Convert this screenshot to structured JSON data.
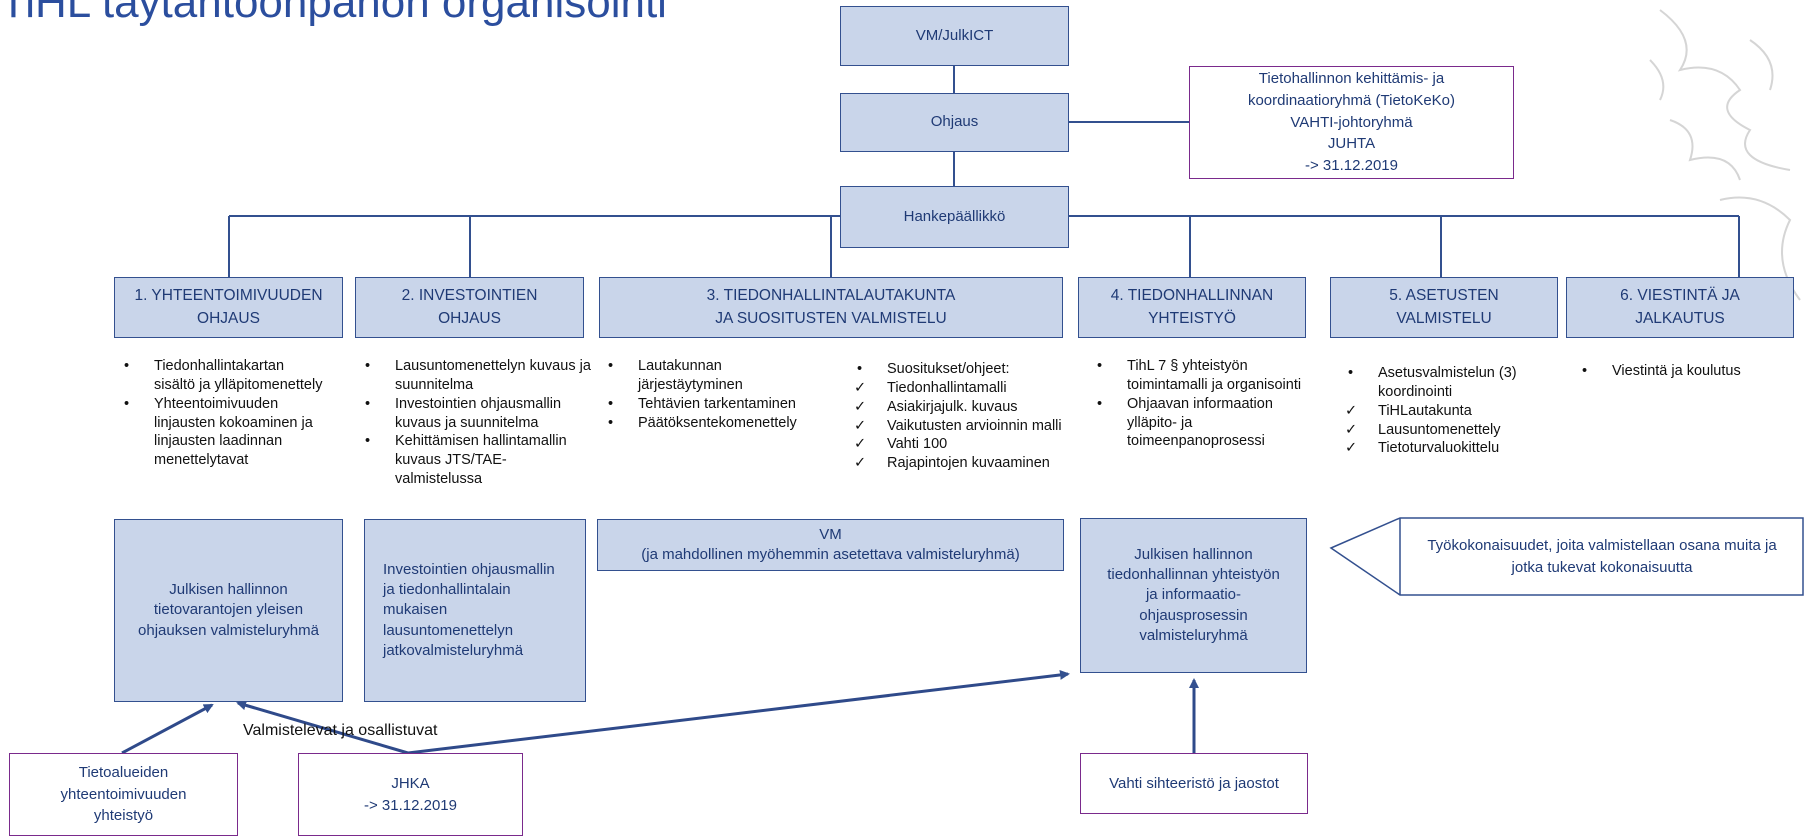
{
  "title": "TiHL täytäntöönpanon organisointi",
  "top": {
    "vm": "VM/JulkICT",
    "ohjaus": "Ohjaus",
    "hanke": "Hankepäällikkö",
    "group": "Tietohallinnon kehittämis- ja\nkoordinaatioryhmä (TietoKeKo)\nVAHTI-johtoryhmä\nJUHTA\n-> 31.12.2019"
  },
  "workstreams": [
    {
      "label": "1. YHTEENTOIMIVUUDEN\nOHJAUS",
      "items": [
        {
          "m": "b",
          "t": "Tiedonhallintakartan sisältö ja ylläpitomenettely"
        },
        {
          "m": "b",
          "t": "Yhteentoimivuuden linjausten kokoaminen ja linjausten laadinnan menettelytavat"
        }
      ]
    },
    {
      "label": "2. INVESTOINTIEN\nOHJAUS",
      "items": [
        {
          "m": "b",
          "t": "Lausuntomenettelyn kuvaus ja suunnitelma"
        },
        {
          "m": "b",
          "t": "Investointien ohjausmallin kuvaus ja suunnitelma"
        },
        {
          "m": "b",
          "t": "Kehittämisen hallintamallin kuvaus JTS/TAE-valmistelussa"
        }
      ]
    },
    {
      "label": "3. TIEDONHALLINTALAUTAKUNTA\nJA SUOSITUSTEN VALMISTELU",
      "items": [
        {
          "m": "b",
          "t": "Lautakunnan järjestäytyminen"
        },
        {
          "m": "b",
          "t": "Tehtävien tarkentaminen"
        },
        {
          "m": "b",
          "t": "Päätöksentekomenettely"
        }
      ],
      "items2": [
        {
          "m": "b",
          "t": "Suositukset/ohjeet:"
        },
        {
          "m": "c",
          "t": "Tiedonhallintamalli"
        },
        {
          "m": "c",
          "t": "Asiakirjajulk. kuvaus"
        },
        {
          "m": "c",
          "t": "Vaikutusten arvioinnin malli"
        },
        {
          "m": "c",
          "t": "Vahti 100"
        },
        {
          "m": "c",
          "t": "Rajapintojen kuvaaminen"
        }
      ]
    },
    {
      "label": "4. TIEDONHALLINNAN\nYHTEISTYÖ",
      "items": [
        {
          "m": "b",
          "t": "TihL 7 § yhteistyön toimintamalli ja organisointi"
        },
        {
          "m": "b",
          "t": "Ohjaavan informaation ylläpito- ja toimeenpanoprosessi"
        }
      ]
    },
    {
      "label": "5. ASETUSTEN\nVALMISTELU",
      "items": [
        {
          "m": "b",
          "t": "Asetusvalmistelun (3) koordinointi"
        },
        {
          "m": "c",
          "t": "TiHLautakunta"
        },
        {
          "m": "c",
          "t": "Lausuntomenettely"
        },
        {
          "m": "c",
          "t": "Tietoturvaluokittelu"
        }
      ]
    },
    {
      "label": "6. VIESTINTÄ JA\nJALKAUTUS",
      "items": [
        {
          "m": "b",
          "t": "Viestintä ja koulutus"
        }
      ]
    }
  ],
  "groups": {
    "g1": "Julkisen hallinnon\ntietovarantojen yleisen\nohjauksen valmisteluryhmä",
    "g2": "Investointien ohjausmallin\nja tiedonhallintalain\nmukaisen\nlausuntomenettelyn\njatkovalmisteluryhmä",
    "g3": "VM\n(ja mahdollinen myöhemmin asetettava valmisteluryhmä)",
    "g4": "Julkisen hallinnon\ntiedonhallinnan yhteistyön\nja informaatio-\nohjausprosessin\nvalmisteluryhmä",
    "arrow": "Työkokonaisuudet, joita valmistellaan osana muita ja\njotka tukevat kokonaisuutta"
  },
  "bottom": {
    "tieto": "Tietoalueiden\nyhteentoimivuuden\nyhteistyö",
    "jhka": "JHKA\n-> 31.12.2019",
    "vahti": "Vahti sihteeristö ja jaostot",
    "valm": "Valmistelevat ja osallistuvat"
  },
  "colors": {
    "box_fill": "#c9d5ea",
    "box_border": "#33508f",
    "outline_purple": "#7a2a8c",
    "title": "#2b4e9e"
  }
}
